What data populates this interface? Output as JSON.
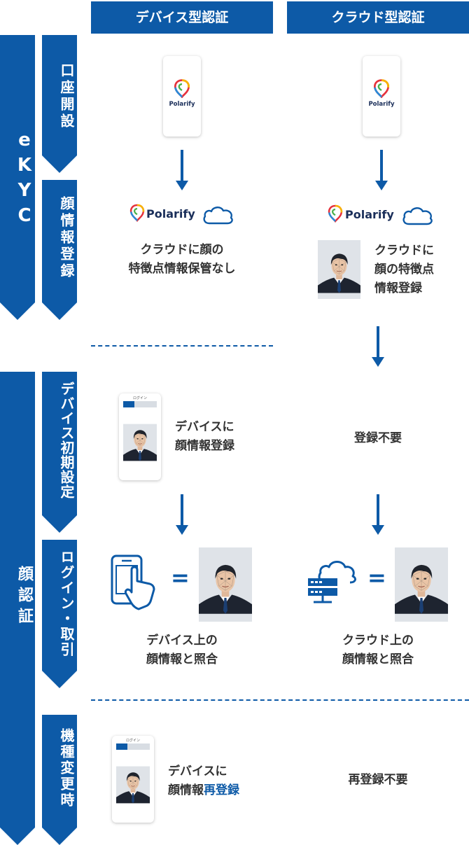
{
  "columns": {
    "device": "デバイス型認証",
    "cloud": "クラウド型認証"
  },
  "sections": {
    "ekyc": "eKYC",
    "face_auth": "顔認証"
  },
  "steps": {
    "account_open": "口座開設",
    "face_register": "顔情報登録",
    "device_setup": "デバイス初期設定",
    "login": "ログイン・取引",
    "device_change": "機種変更時"
  },
  "brand": "Polarify",
  "device_col": {
    "ekyc_note_l1": "クラウドに顔の",
    "ekyc_note_l2": "特徴点情報保管なし",
    "setup_l1": "デバイスに",
    "setup_l2": "顔情報登録",
    "login_l1": "デバイス上の",
    "login_l2": "顔情報と照合",
    "change_l1": "デバイスに",
    "change_l2a": "顔情報",
    "change_l2b": "再登録"
  },
  "cloud_col": {
    "ekyc_note_l1": "クラウドに",
    "ekyc_note_l2": "顔の特徴点",
    "ekyc_note_l3": "情報登録",
    "setup": "登録不要",
    "login_l1": "クラウド上の",
    "login_l2": "顔情報と照合",
    "change": "再登録不要"
  },
  "equals": "=",
  "phone_screen_title": "ログイン",
  "colors": {
    "accent": "#0d5aa7"
  }
}
